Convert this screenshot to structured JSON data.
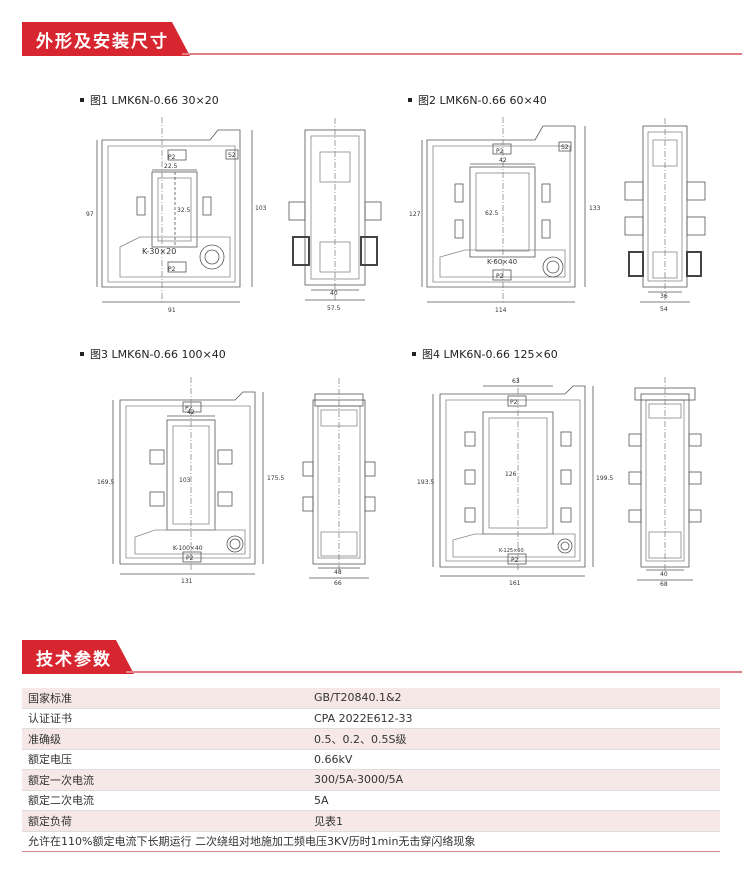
{
  "sections": {
    "dimensions_title": "外形及安装尺寸",
    "specs_title": "技术参数"
  },
  "figures": [
    {
      "caption": "图1 LMK6N-0.66 30×20",
      "front": {
        "window_width": "22.5",
        "window_height": "32.5",
        "height_inner": "97",
        "height_total": "103",
        "width_total": "91",
        "model": "K-30×20",
        "p_top": "P2",
        "p_bottom": "P2",
        "s_label": "S2"
      },
      "side": {
        "width_inner": "40",
        "width_total": "57.5"
      }
    },
    {
      "caption": "图2 LMK6N-0.66 60×40",
      "front": {
        "window_width": "42",
        "window_height": "62.5",
        "height_inner": "127",
        "height_total": "133",
        "width_total": "114",
        "model": "K-60×40",
        "p_top": "P2",
        "p_bottom": "P2",
        "s_label": "S2"
      },
      "side": {
        "width_inner": "36",
        "width_total": "54"
      }
    },
    {
      "caption": "图3 LMK6N-0.66 100×40",
      "front": {
        "window_width": "42",
        "window_height": "103",
        "height_inner": "169.5",
        "height_total": "175.5",
        "width_total": "131",
        "model": "K-100×40",
        "p_top": "P2",
        "p_bottom": "P2"
      },
      "side": {
        "width_inner": "48",
        "width_total": "66"
      }
    },
    {
      "caption": "图4 LMK6N-0.66 125×60",
      "front": {
        "window_width": "63",
        "window_height": "126",
        "height_inner": "193.5",
        "height_total": "199.5",
        "width_total": "161",
        "model": "K-125×60",
        "p_top": "P2",
        "p_bottom": "P2"
      },
      "side": {
        "width_inner": "40",
        "width_total": "68"
      }
    }
  ],
  "specs": [
    {
      "label": "国家标准",
      "value": "GB/T20840.1&2"
    },
    {
      "label": "认证证书",
      "value": "CPA 2022E612-33"
    },
    {
      "label": "准确级",
      "value": "0.5、0.2、0.5S级"
    },
    {
      "label": "额定电压",
      "value": "0.66kV"
    },
    {
      "label": "额定一次电流",
      "value": "300/5A-3000/5A"
    },
    {
      "label": "额定二次电流",
      "value": "5A"
    },
    {
      "label": "额定负荷",
      "value": "见表1"
    }
  ],
  "note": "允许在110%额定电流下长期运行  二次绕组对地施加工频电压3KV历时1min无击穿闪络现象",
  "colors": {
    "accent": "#d7262f",
    "row_tint": "#f7e8e8"
  }
}
